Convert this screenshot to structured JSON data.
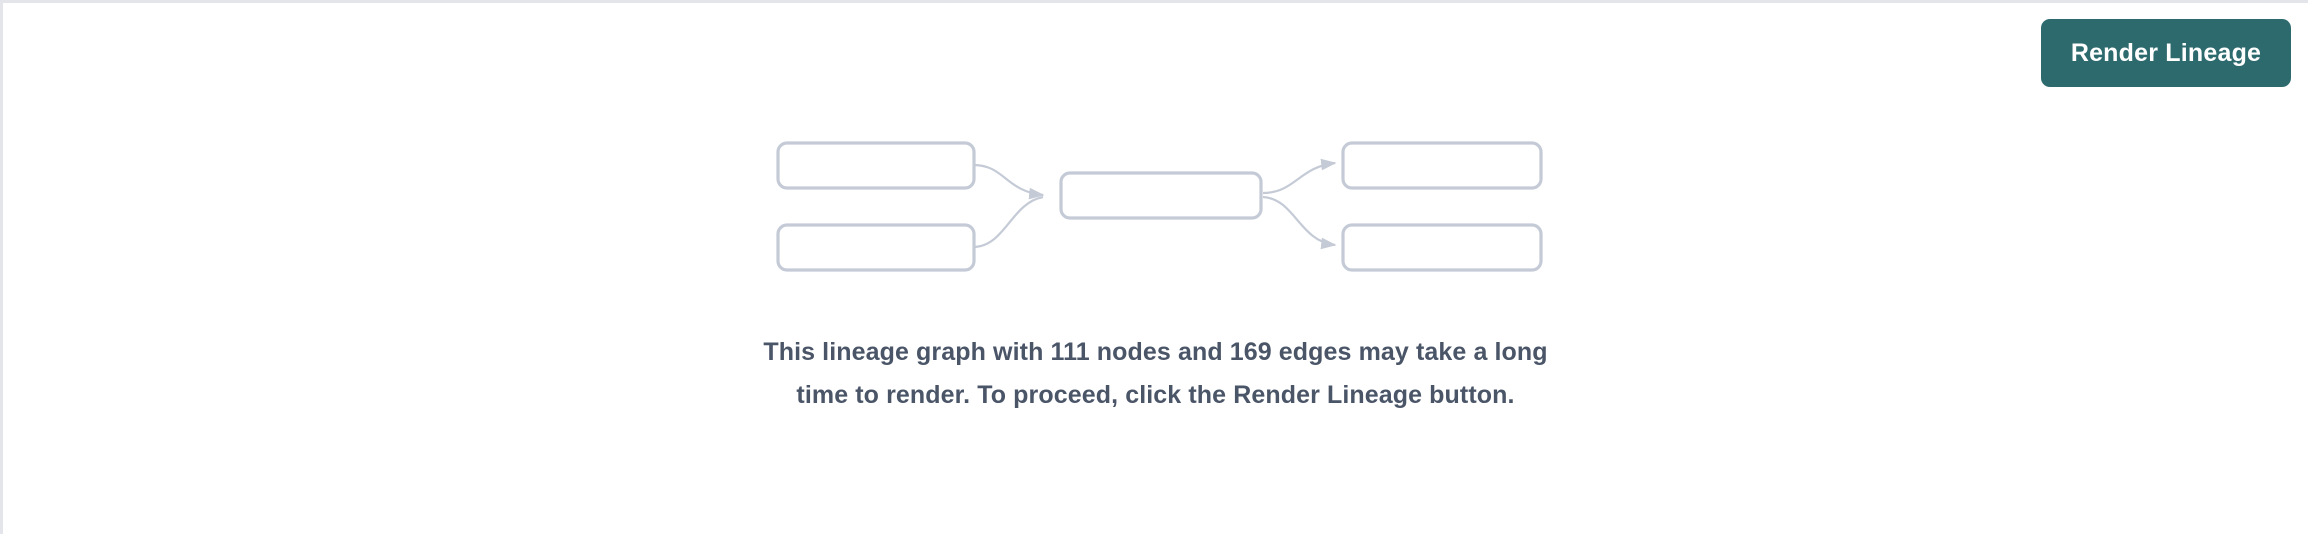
{
  "panel": {
    "background_color": "#ffffff",
    "border_color": "#e3e5ea"
  },
  "toolbar": {
    "render_lineage_label": "Render Lineage",
    "button_color": "#2d6a6e",
    "button_text_color": "#ffffff"
  },
  "placeholder_graph": {
    "node_border_color": "#c5cbd6",
    "edge_color": "#c5cbd6",
    "nodes": [
      {
        "id": "left-top",
        "label": ""
      },
      {
        "id": "left-bottom",
        "label": ""
      },
      {
        "id": "center",
        "label": ""
      },
      {
        "id": "right-top",
        "label": ""
      },
      {
        "id": "right-bottom",
        "label": ""
      }
    ],
    "edges": [
      {
        "from": "left-top",
        "to": "center"
      },
      {
        "from": "left-bottom",
        "to": "center"
      },
      {
        "from": "center",
        "to": "right-top"
      },
      {
        "from": "center",
        "to": "right-bottom"
      }
    ]
  },
  "message": {
    "text": "This lineage graph with 111 nodes and 169 edges may take a long time to render. To proceed, click the Render Lineage button.",
    "node_count": 111,
    "edge_count": 169,
    "text_color": "#4a5568"
  }
}
